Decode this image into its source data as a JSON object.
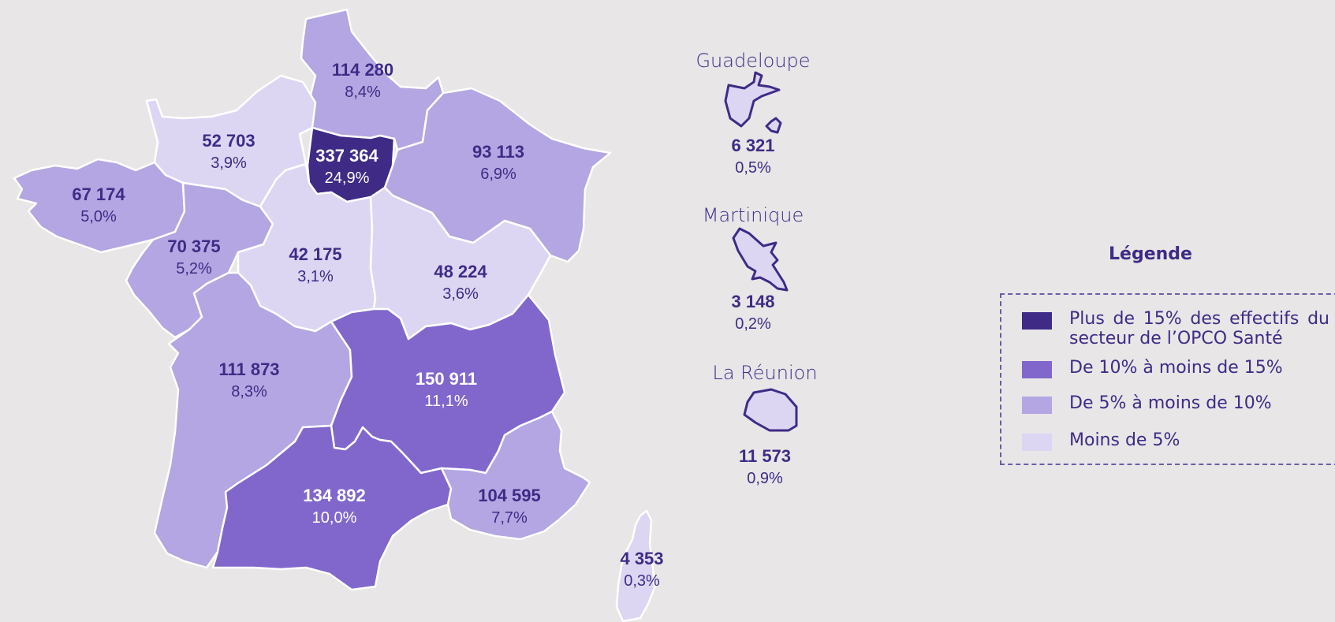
{
  "colors": {
    "dark": "#3f2b86",
    "medium": "#8167cc",
    "light": "#b4a6e2",
    "lightest": "#dcd6f3",
    "text": "#3f2b86"
  },
  "regions": [
    {
      "id": "hauts-de-france",
      "value": "114 280",
      "pct": "8,4%",
      "tier": "light"
    },
    {
      "id": "normandie",
      "value": "52 703",
      "pct": "3,9%",
      "tier": "lightest"
    },
    {
      "id": "ile-de-france",
      "value": "337 364",
      "pct": "24,9%",
      "tier": "dark"
    },
    {
      "id": "grand-est",
      "value": "93 113",
      "pct": "6,9%",
      "tier": "light"
    },
    {
      "id": "bretagne",
      "value": "67 174",
      "pct": "5,0%",
      "tier": "light"
    },
    {
      "id": "pays-de-la-loire",
      "value": "70 375",
      "pct": "5,2%",
      "tier": "light"
    },
    {
      "id": "centre-val-de-loire",
      "value": "42 175",
      "pct": "3,1%",
      "tier": "lightest"
    },
    {
      "id": "bourgogne-franche-comte",
      "value": "48 224",
      "pct": "3,6%",
      "tier": "lightest"
    },
    {
      "id": "nouvelle-aquitaine",
      "value": "111 873",
      "pct": "8,3%",
      "tier": "light"
    },
    {
      "id": "auvergne-rhone-alpes",
      "value": "150 911",
      "pct": "11,1%",
      "tier": "medium"
    },
    {
      "id": "occitanie",
      "value": "134 892",
      "pct": "10,0%",
      "tier": "medium"
    },
    {
      "id": "provence-alpes-cote-dazur",
      "value": "104 595",
      "pct": "7,7%",
      "tier": "light"
    },
    {
      "id": "corse",
      "value": "4 353",
      "pct": "0,3%",
      "tier": "lightest"
    }
  ],
  "overseas": [
    {
      "id": "guadeloupe",
      "name": "Guadeloupe",
      "value": "6 321",
      "pct": "0,5%",
      "tier": "lightest"
    },
    {
      "id": "martinique",
      "name": "Martinique",
      "value": "3 148",
      "pct": "0,2%",
      "tier": "lightest"
    },
    {
      "id": "la-reunion",
      "name": "La Réunion",
      "value": "11 573",
      "pct": "0,9%",
      "tier": "lightest"
    }
  ],
  "legend": {
    "title": "Légende",
    "items": [
      {
        "label": "Plus de 15% des effectifs du secteur de l’OPCO Santé",
        "tier": "dark"
      },
      {
        "label": "De 10% à moins de 15%",
        "tier": "medium"
      },
      {
        "label": "De 5% à moins de 10%",
        "tier": "light"
      },
      {
        "label": "Moins de 5%",
        "tier": "lightest"
      }
    ]
  }
}
